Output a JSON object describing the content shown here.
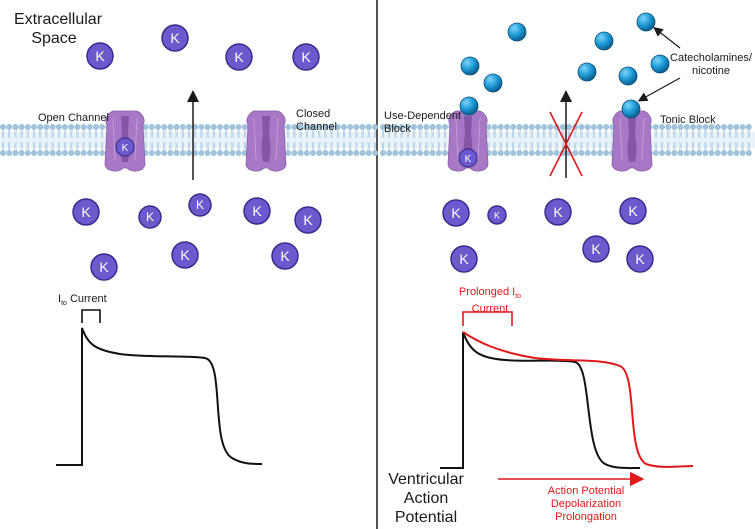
{
  "left_panel": {
    "space_label_line1": "Extracellular",
    "space_label_line2": "Space",
    "open_channel_label": "Open Channel",
    "closed_channel_label_line1": "Closed",
    "closed_channel_label_line2": "Channel",
    "ion_symbol": "K",
    "current_label_prefix": "I",
    "current_label_sub": "to",
    "current_label_suffix": " Current"
  },
  "right_panel": {
    "use_dependent_label_line1": "Use-Dependent",
    "use_dependent_label_line2": "Block",
    "tonic_block_label": "Tonic Block",
    "catecholamines_label_line1": "Catecholamines/",
    "catecholamines_label_line2": "nicotine",
    "prolonged_label_line1_prefix": "Prolonged I",
    "prolonged_label_line1_sub": "to",
    "prolonged_label_line2": "Current",
    "ap_label_line1": "Ventricular",
    "ap_label_line2": "Action",
    "ap_label_line3": "Potential",
    "prolongation_line1": "Action Potential",
    "prolongation_line2": "Depolarization",
    "prolongation_line3": "Prolongation"
  },
  "colors": {
    "ion_fill": "#6a5acd",
    "channel_fill": "#a678c6",
    "membrane": "#bcd6ea",
    "drug_fill": "#1a9ad2",
    "red": "#e0191b"
  }
}
